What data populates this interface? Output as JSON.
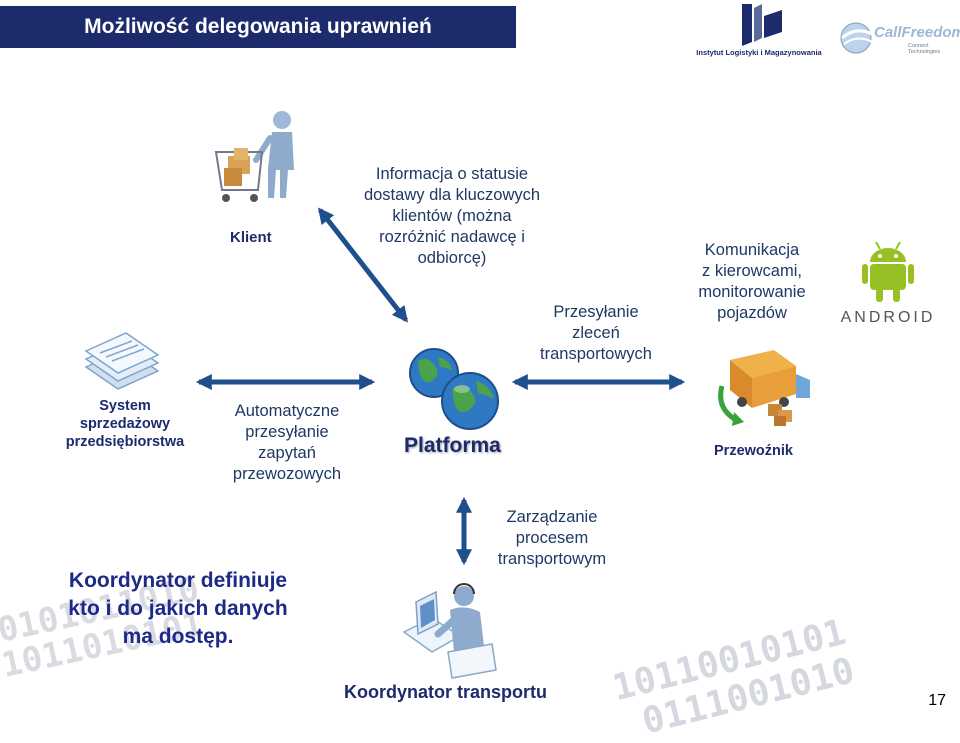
{
  "slide": {
    "title": "Możliwość delegowania uprawnień",
    "page_number": "17"
  },
  "logos": {
    "ilim": {
      "letters": "IL",
      "caption": "Instytut Logistyki i Magazynowania"
    },
    "callfreedom": {
      "name": "CallFreedom",
      "tagline": "Connect Technologies"
    }
  },
  "nodes": {
    "klient": "Klient",
    "system_line1": "System",
    "system_line2": "sprzedażowy",
    "system_line3": "przedsiębiorstwa",
    "platforma": "Platforma",
    "przewoznik": "Przewoźnik",
    "android": "ANDROID",
    "koordynator": "Koordynator transportu"
  },
  "labels": {
    "status": [
      "Informacja o statusie",
      "dostawy dla kluczowych",
      "klientów (można",
      "rozróżnić nadawcę i",
      "odbiorcę)"
    ],
    "zlecenia": [
      "Przesyłanie",
      "zleceń",
      "transportowych"
    ],
    "komunikacja": [
      "Komunikacja",
      "z kierowcami,",
      "monitorowanie",
      "pojazdów"
    ],
    "automatyczne": [
      "Automatyczne",
      "przesyłanie",
      "zapytań",
      "przewozowych"
    ],
    "zarzadzanie": [
      "Zarządzanie",
      "procesem",
      "transportowym"
    ]
  },
  "note": [
    "Koordynator definiuje",
    "kto i do jakich danych",
    "ma dostęp."
  ],
  "binary_bg": [
    "0101011010",
    "1011010101",
    "10110010101",
    "0111001010"
  ],
  "colors": {
    "title_bg": "#1d2a6b",
    "arrow": "#1f4f8c",
    "label_blue": "#1d2a8a"
  },
  "icons": [
    "shopping-cart-person-icon",
    "documents-stack-icon",
    "globes-icon",
    "delivery-truck-icon",
    "android-robot-icon",
    "operator-headset-icon"
  ]
}
